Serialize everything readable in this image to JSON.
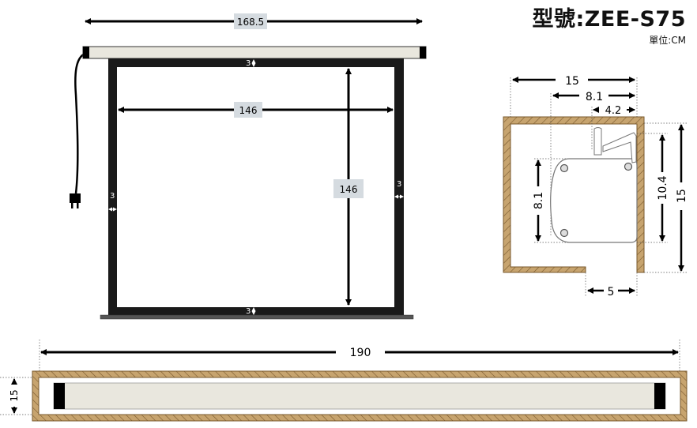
{
  "header": {
    "model": "型號:ZEE-S75",
    "unit": "單位:CM"
  },
  "front_view": {
    "total_width": "168.5",
    "screen_width": "146",
    "screen_height": "146",
    "border_top": "3",
    "border_bottom": "3",
    "border_left": "3",
    "border_right": "3"
  },
  "side_view": {
    "outer_width": "15",
    "inner_width": "8.1",
    "bracket_offset": "4.2",
    "housing_height": "8.1",
    "inner_height": "10.4",
    "outer_height": "15",
    "opening": "5"
  },
  "bottom_view": {
    "total_length": "190",
    "depth": "15"
  },
  "colors": {
    "hatch": "#c7a46f",
    "frame": "#1a1a1a",
    "case": "#e9e7de",
    "label_bg": "#d5dbe0"
  }
}
